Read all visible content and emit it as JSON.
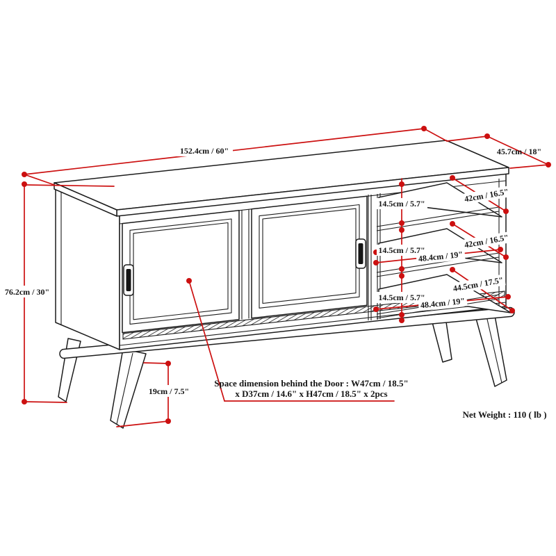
{
  "dims": {
    "width": "152.4cm / 60\"",
    "depth": "45.7cm / 18\"",
    "height": "76.2cm / 30\"",
    "shelf_gap": "14.5cm / 5.7\"",
    "shelf_depth": "42cm / 16.5\"",
    "bottom_shelf_depth": "44.5cm / 17.5\"",
    "shelf_width": "48.4cm / 19\"",
    "leg_height": "19cm / 7.5\""
  },
  "notes": {
    "door_space_line1": "Space dimension behind the Door  : W47cm / 18.5\"",
    "door_space_line2": "x D37cm / 14.6\" x H47cm / 18.5\" x 2pcs",
    "net_weight": "Net Weight : 110 ( lb )"
  },
  "colors": {
    "dimension_red": "#cc1010",
    "line_black": "#1c1c1c",
    "background": "#ffffff"
  }
}
